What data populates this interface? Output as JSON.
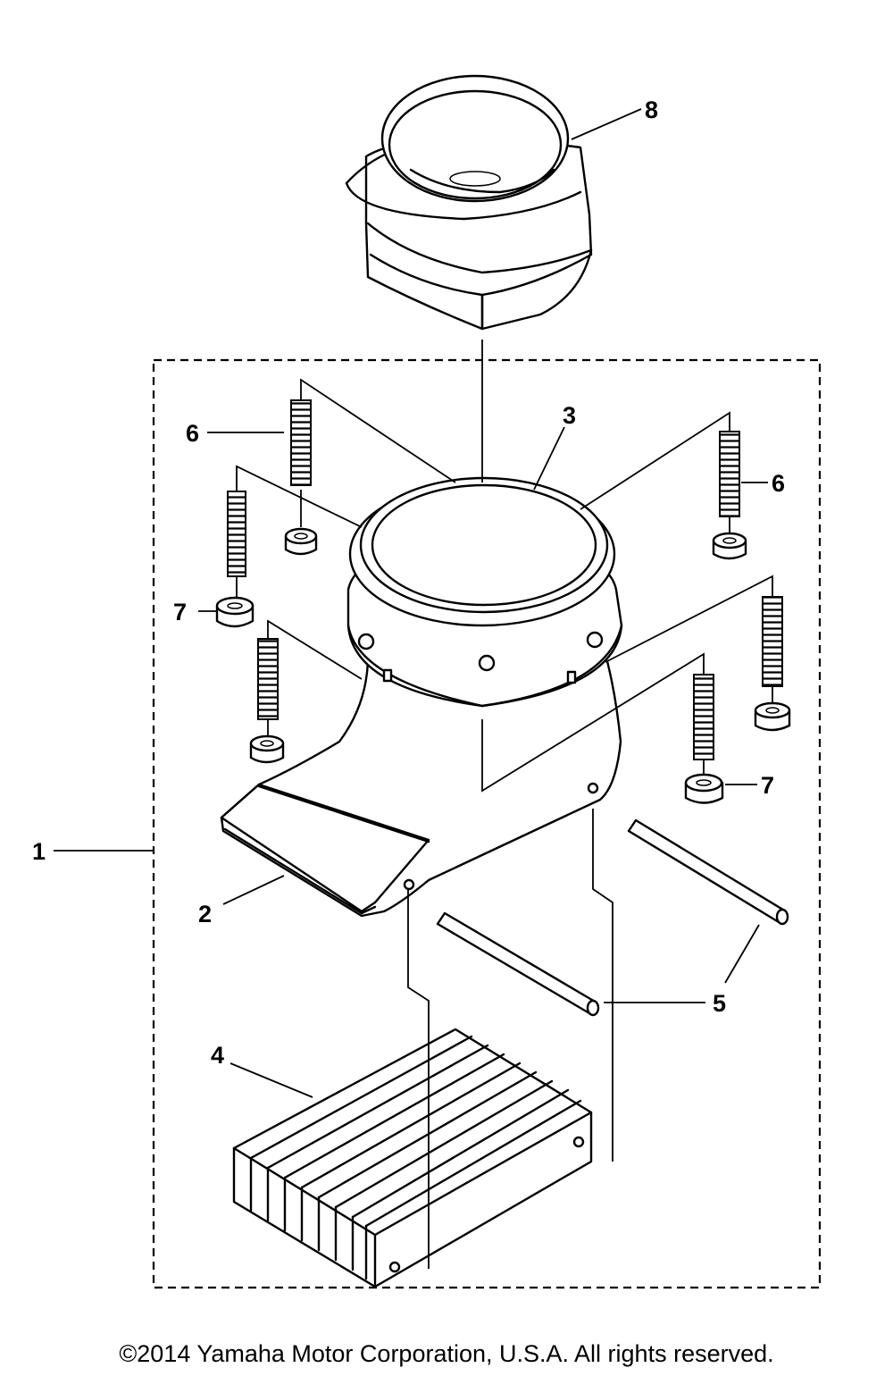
{
  "callouts": {
    "c1": "1",
    "c2": "2",
    "c3": "3",
    "c4": "4",
    "c5": "5",
    "c6a": "6",
    "c6b": "6",
    "c7a": "7",
    "c7b": "7",
    "c8": "8"
  },
  "copyright": "©2014 Yamaha Motor Corporation, U.S.A. All rights reserved."
}
